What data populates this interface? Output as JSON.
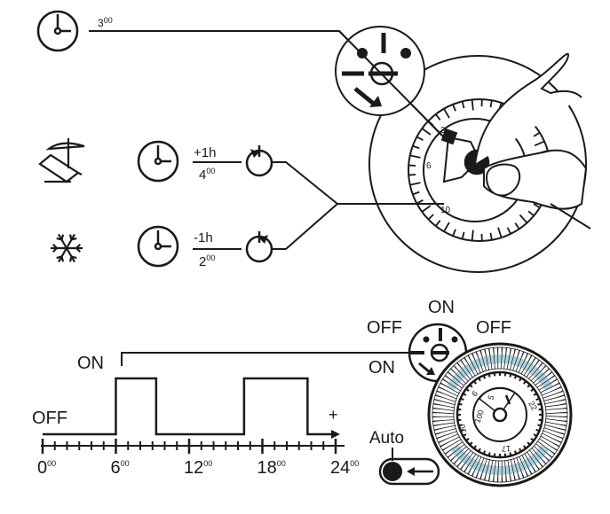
{
  "top": {
    "time_main": "3",
    "time_sup": "00"
  },
  "summer": {
    "icon": "beach-chair-umbrella-icon",
    "offset": "+1h",
    "time_main": "4",
    "time_sup": "00"
  },
  "winter": {
    "icon": "snowflake-icon",
    "offset": "-1h",
    "time_main": "2",
    "time_sup": "00"
  },
  "dial_numbers": [
    "3",
    "6",
    "10"
  ],
  "timeline": {
    "on_label": "ON",
    "off_label": "OFF",
    "plus_label": "+",
    "ticks": [
      {
        "main": "0",
        "sup": "00"
      },
      {
        "main": "6",
        "sup": "00"
      },
      {
        "main": "12",
        "sup": "00"
      },
      {
        "main": "18",
        "sup": "00"
      },
      {
        "main": "24",
        "sup": "00"
      }
    ],
    "on_periods": [
      [
        6,
        9.3
      ],
      [
        16.5,
        21.7
      ]
    ]
  },
  "selector": {
    "top_on": "ON",
    "left_off": "OFF",
    "right_off": "OFF",
    "left_on": "ON"
  },
  "timer_dial": {
    "numbers": [
      "100",
      "5",
      "22",
      "17",
      "10",
      "6"
    ],
    "ring_color": "#a9d3e0"
  },
  "auto_switch": {
    "label": "Auto"
  }
}
